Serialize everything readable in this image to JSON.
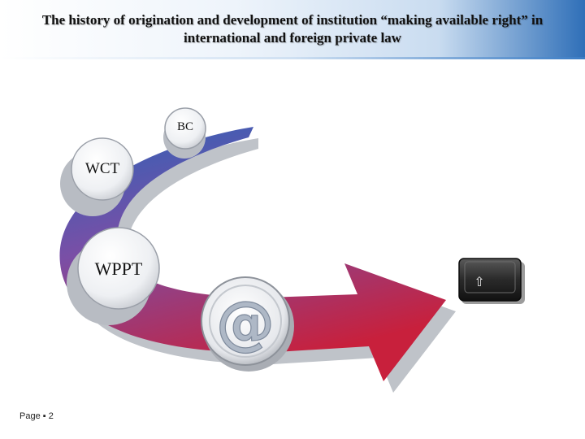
{
  "slide": {
    "title": "The history of origination and development of institution “making available right” in international and foreign private law"
  },
  "diagram": {
    "nodes": [
      {
        "label": "BC"
      },
      {
        "label": "WCT"
      },
      {
        "label": "WPPT"
      }
    ],
    "center_symbol": "@",
    "key_symbol": "⇧"
  },
  "footer": {
    "page_label": "Page ▪ 2"
  },
  "colors": {
    "arrow_top": "#2b63b8",
    "arrow_mid": "#7a4fa6",
    "arrow_bottom": "#c8203c",
    "header_accent": "#2f6fb8"
  }
}
